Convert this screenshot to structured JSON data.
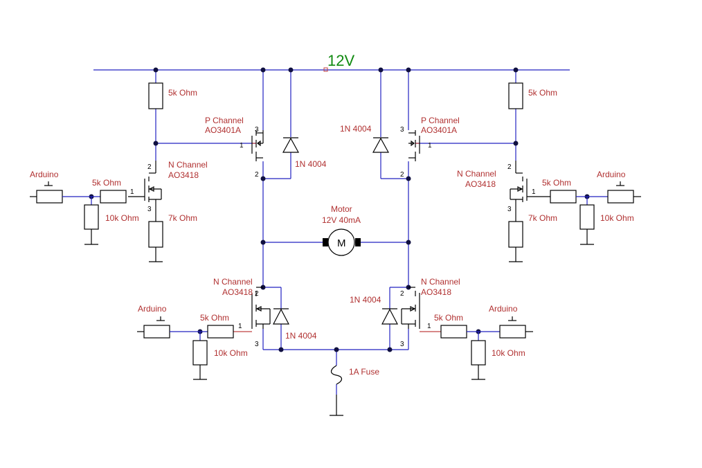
{
  "rail": {
    "label": "12V"
  },
  "labels": {
    "res5k": "5k Ohm",
    "res10k": "10k Ohm",
    "res7k": "7k Ohm",
    "arduino": "Arduino",
    "p_channel": "P Channel",
    "p_part": "AO3401A",
    "n_channel": "N Channel",
    "n_part": "AO3418",
    "diode": "1N 4004",
    "motor": "Motor",
    "motor_spec": "12V 40mA",
    "motor_symbol": "M",
    "fuse": "1A Fuse"
  },
  "pins": {
    "gate": "1",
    "drain": "2",
    "source": "3"
  },
  "colors": {
    "wire": "#2020c0",
    "component": "#000000",
    "label": "#b03030",
    "rail_label": "#108a10"
  }
}
